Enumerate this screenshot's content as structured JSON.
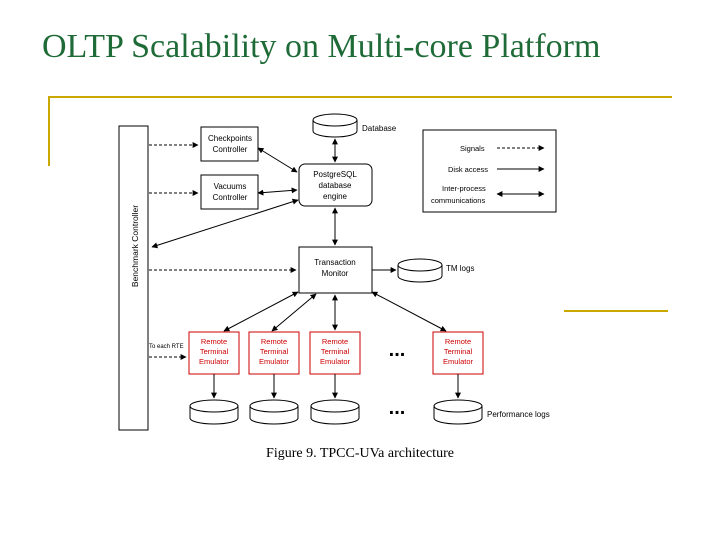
{
  "slide": {
    "title": "OLTP Scalability on Multi-core Platform"
  },
  "diagram": {
    "benchmark_controller": "Benchmark Controller",
    "checkpoints_controller": [
      "Checkpoints",
      "Controller"
    ],
    "vacuums_controller": [
      "Vacuums",
      "Controller"
    ],
    "postgresql_engine": [
      "PostgreSQL",
      "database",
      "engine"
    ],
    "database_label": "Database",
    "transaction_monitor": [
      "Transaction",
      "Monitor"
    ],
    "tm_logs_label": "TM logs",
    "remote_terminal_emulator": [
      "Remote",
      "Terminal",
      "Emulator"
    ],
    "to_each_rte": "To each RTE",
    "ellipsis": "...",
    "performance_logs_label": "Performance logs",
    "legend": {
      "signals": "Signals",
      "disk_access": "Disk access",
      "inter_process": [
        "Inter-process",
        "communications"
      ]
    },
    "colors": {
      "rte": "#cc0000",
      "title": "#1f6b38",
      "accent_rule": "#c9a800"
    }
  },
  "caption": "Figure 9. TPCC-UVa architecture"
}
